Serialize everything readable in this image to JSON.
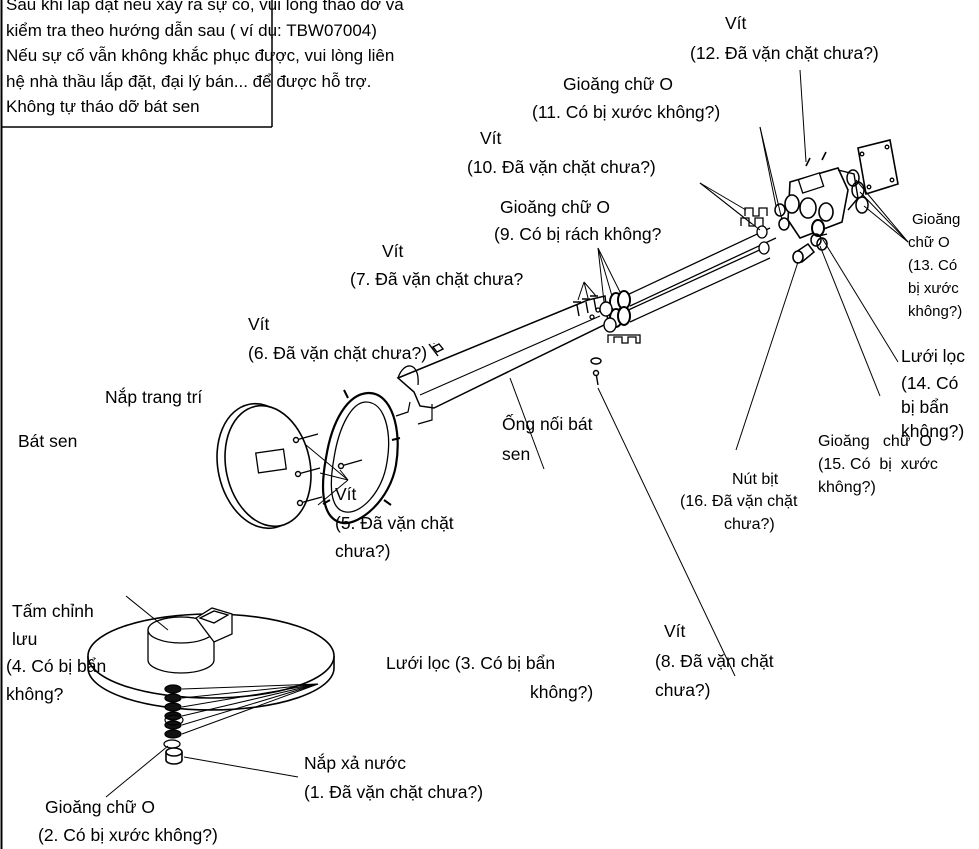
{
  "intro": {
    "line1": "Sau khi lắp đặt nếu xảy ra sự cố, vui lòng tháo dỡ và",
    "line2": "kiểm tra theo hướng dẫn sau ( ví dụ: TBW07004)",
    "line3": "Nếu sự cố vẫn không khắc phục được, vui lòng liên",
    "line4": "hệ nhà thầu lắp đặt, đại lý bán... để được hỗ trợ.",
    "line5": "Không tự tháo dỡ bát sen"
  },
  "labels": {
    "p12": {
      "name": "Vít",
      "note": "(12. Đã vặn chặt chưa?)"
    },
    "p11": {
      "name": "Gioăng chữ O",
      "note": "(11. Có bị xước không?)"
    },
    "p10": {
      "name": "Vít",
      "note": "(10. Đã vặn chặt chưa?)"
    },
    "p9": {
      "name": "Gioăng chữ O",
      "note": "(9. Có bị rách không?"
    },
    "p7": {
      "name": "Vít",
      "note": "(7. Đã vặn chặt chưa?"
    },
    "p6": {
      "name": "Vít",
      "note": "(6. Đã vặn chặt chưa?)"
    },
    "p13": {
      "l1": "Gioăng",
      "l2": "chữ O",
      "l3": "(13. Có",
      "l4": "bị xước",
      "l5": "không?)"
    },
    "p14": {
      "l1": "Lưới lọc",
      "l2": "(14. Có",
      "l3": "bị bẩn",
      "l4": "không?)"
    },
    "p15": {
      "l1": "Gioăng   chữ  O",
      "l2": "(15. Có  bị  xước",
      "l3": "không?)"
    },
    "p16": {
      "l1": "Nút bịt",
      "l2": "(16. Đã vặn chặt",
      "l3": "chưa?)"
    },
    "cover": "Nắp trang trí",
    "showerhead": "Bát sen",
    "pipe": {
      "l1": "Ống nối bát",
      "l2": "sen"
    },
    "p5": {
      "l1": "Vít",
      "l2": "(5. Đã vặn chặt",
      "l3": "chưa?)"
    },
    "p4": {
      "l1": "Tấm chỉnh",
      "l2": "lưu",
      "l3": "(4. Có bị bẩn",
      "l4": "không?"
    },
    "p3": {
      "l1": "Lưới lọc (3. Có bị bẩn",
      "l2": "không?)"
    },
    "p8": {
      "l1": "Vít",
      "l2": "(8. Đã vặn chặt",
      "l3": "chưa?)"
    },
    "p1": {
      "l1": "Nắp xả nước",
      "l2": "(1. Đã vặn chặt chưa?)"
    },
    "p2": {
      "l1": "Gioăng chữ O",
      "l2": "(2. Có bị xước không?)"
    }
  }
}
